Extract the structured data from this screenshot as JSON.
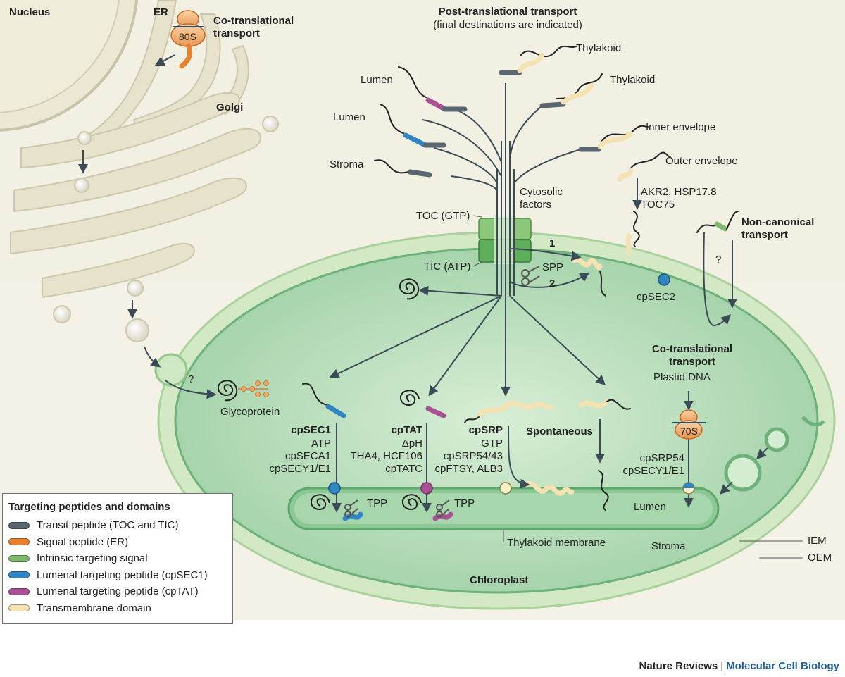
{
  "colors": {
    "transit": "#5b6770",
    "signal": "#e8812e",
    "intrinsic": "#7db86c",
    "lumenal_sec": "#2f86c2",
    "lumenal_tat": "#a94f93",
    "transmembrane": "#f5e2b3",
    "stroma": "#b7dcb9",
    "envelope": "#cfe8c4",
    "thylakoid": "#9fd1a5",
    "cytoplasm": "#f2f0e2",
    "arrow": "#3b4b55"
  },
  "labels": {
    "nucleus": "Nucleus",
    "er": "ER",
    "ribosome_80s": "80S",
    "co_translational_er": "Co-translational\ntransport",
    "golgi": "Golgi",
    "post_translational_title": "Post-translational transport",
    "post_translational_subtitle": "(final destinations are indicated)",
    "thylakoid_1": "Thylakoid",
    "thylakoid_2": "Thylakoid",
    "lumen_1": "Lumen",
    "lumen_2": "Lumen",
    "stroma_dest": "Stroma",
    "inner_envelope": "Inner envelope",
    "outer_envelope": "Outer envelope",
    "cytosolic_factors": "Cytosolic\nfactors",
    "akr2": "AKR2, HSP17.8\nTOC75",
    "toc": "TOC (GTP)",
    "tic": "TIC (ATP)",
    "spp": "SPP",
    "route_1": "1",
    "route_2": "2",
    "non_canonical": "Non-canonical\ntransport",
    "question_1": "?",
    "question_2": "?",
    "cpsec2": "cpSEC2",
    "co_translational_plastid": "Co-translational\ntransport",
    "plastid_dna": "Plastid DNA",
    "ribosome_70s": "70S",
    "glycoprotein": "Glycoprotein",
    "cpsec1": "cpSEC1",
    "cpsec1_details": "ATP\ncpSECA1\ncpSECY1/E1",
    "cptat": "cpTAT",
    "cptat_details": "ΔpH\nTHA4, HCF106\ncpTATC",
    "cpsrp": "cpSRP",
    "cpsrp_details": "GTP\ncpSRP54/43\ncpFTSY, ALB3",
    "spontaneous": "Spontaneous",
    "cosrp_details": "cpSRP54\ncpSECY1/E1",
    "tpp_1": "TPP",
    "tpp_2": "TPP",
    "lumen_inner": "Lumen",
    "thylakoid_membrane": "Thylakoid membrane",
    "stroma_region": "Stroma",
    "iem": "IEM",
    "oem": "OEM",
    "chloroplast": "Chloroplast"
  },
  "legend": {
    "title": "Targeting peptides and domains",
    "items": [
      {
        "label": "Transit peptide (TOC and TIC)",
        "color": "#5b6770"
      },
      {
        "label": "Signal peptide (ER)",
        "color": "#e8812e"
      },
      {
        "label": "Intrinsic targeting signal",
        "color": "#7db86c"
      },
      {
        "label": "Lumenal targeting peptide (cpSEC1)",
        "color": "#2f86c2"
      },
      {
        "label": "Lumenal targeting peptide (cpTAT)",
        "color": "#a94f93"
      },
      {
        "label": "Transmembrane domain",
        "color": "#f5e2b3"
      }
    ]
  },
  "footer": {
    "journal": "Nature Reviews",
    "separator": "|",
    "section": "Molecular Cell Biology"
  }
}
